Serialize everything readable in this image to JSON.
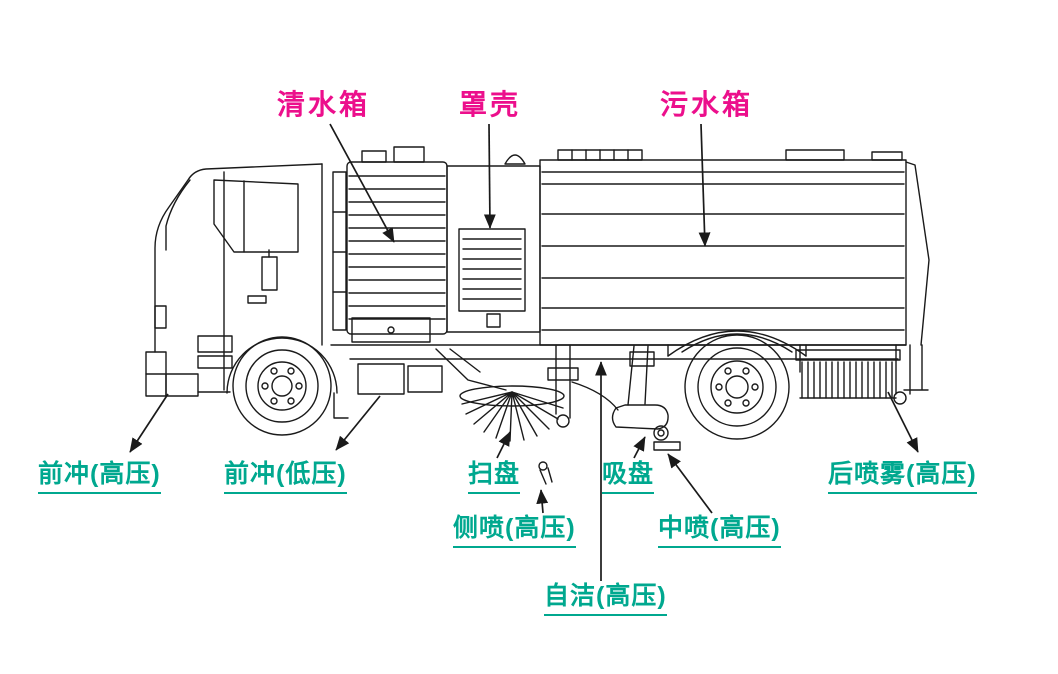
{
  "colors": {
    "top_label": "#ec0f8c",
    "bottom_label": "#00a88f",
    "line": "#1a1a1a"
  },
  "labels": {
    "clean_water_tank": "清水箱",
    "cover_shell": "罩壳",
    "sewage_tank": "污水箱",
    "front_flush_high_pressure": "前冲(高压)",
    "front_flush_low_pressure": "前冲(低压)",
    "sweep_disc": "扫盘",
    "suction_plate": "吸盘",
    "rear_mist_spray_high_pressure": "后喷雾(高压)",
    "side_spray_high_pressure": "侧喷(高压)",
    "middle_spray_high_pressure": "中喷(高压)",
    "self_clean_high_pressure": "自洁(高压)"
  }
}
